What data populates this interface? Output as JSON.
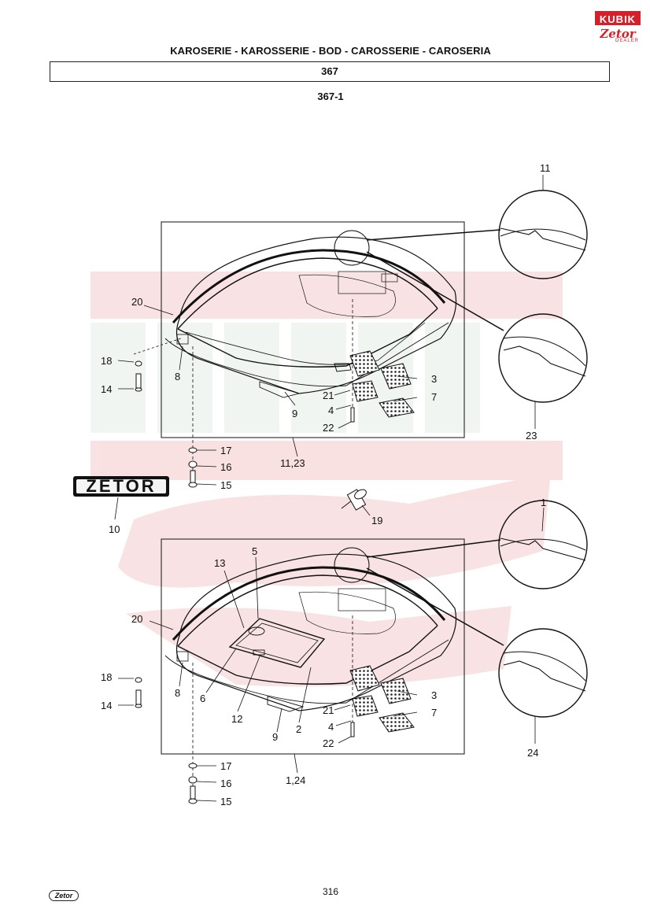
{
  "header": {
    "title": "KAROSERIE - KAROSSERIE - BOD   - CAROSSERIE - CAROSERIA",
    "section": "367",
    "subsection": "367-1"
  },
  "brand": {
    "top": "KUBIK",
    "middle": "Zetor",
    "sub": "DEALER",
    "accent_color": "#d4202a"
  },
  "zetor_badge": "ZETOR",
  "footer": {
    "page": "316",
    "logo": "Zetor"
  },
  "labels": {
    "upper": {
      "n11": "11",
      "n23": "23",
      "n20": "20",
      "n18": "18",
      "n14": "14",
      "n8": "8",
      "n9": "9",
      "n3": "3",
      "n21": "21",
      "n7": "7",
      "n4": "4",
      "n22": "22",
      "n17": "17",
      "n16": "16",
      "n15": "15",
      "assembly": "11,23"
    },
    "middle": {
      "n10": "10",
      "n19": "19",
      "n1": "1"
    },
    "lower": {
      "n5": "5",
      "n13": "13",
      "n20": "20",
      "n18": "18",
      "n14": "14",
      "n8": "8",
      "n6": "6",
      "n12": "12",
      "n9": "9",
      "n2": "2",
      "n3": "3",
      "n21": "21",
      "n7": "7",
      "n4": "4",
      "n22": "22",
      "n17": "17",
      "n16": "16",
      "n15": "15",
      "n24": "24",
      "assembly": "1,24"
    }
  }
}
